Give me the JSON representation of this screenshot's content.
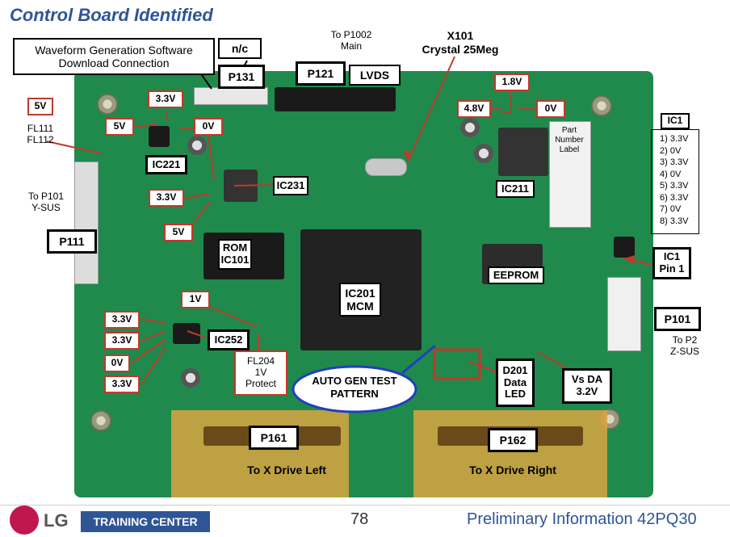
{
  "title": "Control Board Identified",
  "labels": {
    "waveform": "Waveform Generation Software Download Connection",
    "nc": "n/c",
    "p131": "P131",
    "to_p1002": "To P1002\nMain",
    "p121": "P121",
    "lvds": "LVDS",
    "x101": "X101\nCrystal 25Meg",
    "v18": "1.8V",
    "v48": "4.8V",
    "v0_top": "0V",
    "v5_fl": "5V",
    "fl111": "FL111\nFL112",
    "v33_a": "3.3V",
    "v5_b": "5V",
    "v0_b": "0V",
    "ic221": "IC221",
    "ic231": "IC231",
    "v33_c": "3.3V",
    "v5_c": "5V",
    "to_p101_ysus": "To P101\nY-SUS",
    "p111": "P111",
    "rom": "ROM\nIC101",
    "ic201": "IC201\nMCM",
    "eeprom": "EEPROM",
    "ic211": "IC211",
    "part_number": "Part Number\nLabel",
    "ic1": "IC1",
    "ic1_pins": [
      "1) 3.3V",
      "2) 0V",
      "3) 3.3V",
      "4) 0V",
      "5) 3.3V",
      "6) 3.3V",
      "7) 0V",
      "8) 3.3V"
    ],
    "ic1_pin1": "IC1\nPin 1",
    "p101": "P101",
    "to_p2": "To P2\nZ-SUS",
    "v1": "1V",
    "v33_d": "3.3V",
    "v33_e": "3.3V",
    "v0_e": "0V",
    "v33_f": "3.3V",
    "ic252": "IC252",
    "fl204": "FL204\n1V\nProtect",
    "auto_gen": "AUTO GEN TEST\nPATTERN",
    "d201": "D201\nData\nLED",
    "vs_da": "Vs DA\n3.2V",
    "p161": "P161",
    "p162": "P162",
    "to_x_left": "To X Drive Left",
    "to_x_right": "To X Drive Right"
  },
  "footer": {
    "brand": "LG",
    "training": "TRAINING CENTER",
    "page": "78",
    "prelim": "Preliminary Information  42PQ30"
  }
}
